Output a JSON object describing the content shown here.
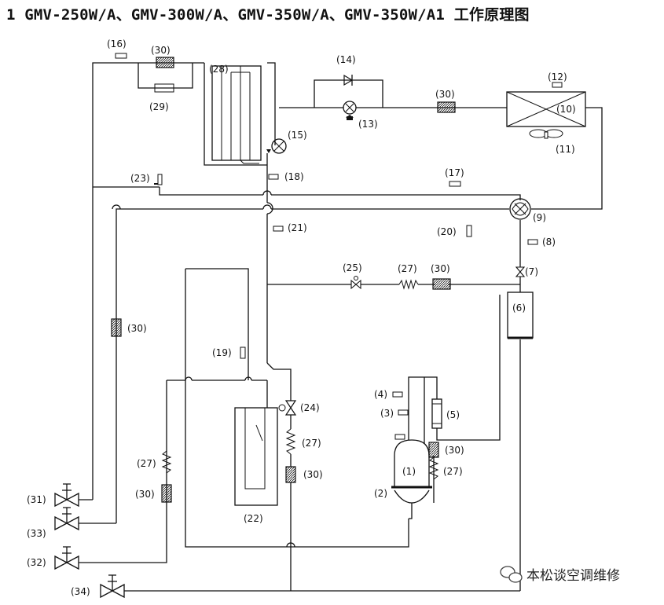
{
  "title": "1 GMV-250W/A、GMV-300W/A、GMV-350W/A、GMV-350W/A1 工作原理图",
  "watermark": "本松谈空调维修",
  "labels": {
    "l1": "(1)",
    "l2": "(2)",
    "l3": "(3)",
    "l4": "(4)",
    "l5": "(5)",
    "l6": "(6)",
    "l7": "(7)",
    "l8": "(8)",
    "l9": "(9)",
    "l10": "(10)",
    "l11": "(11)",
    "l12": "(12)",
    "l13": "(13)",
    "l14": "(14)",
    "l15": "(15)",
    "l16": "(16)",
    "l17": "(17)",
    "l18": "(18)",
    "l19": "(19)",
    "l20": "(20)",
    "l21": "(21)",
    "l22": "(22)",
    "l23": "(23)",
    "l24": "(24)",
    "l25": "(25)",
    "l27a": "(27)",
    "l27b": "(27)",
    "l27c": "(27)",
    "l27d": "(27)",
    "l28": "(28)",
    "l29": "(29)",
    "l30a": "(30)",
    "l30b": "(30)",
    "l30c": "(30)",
    "l30d": "(30)",
    "l30e": "(30)",
    "l30f": "(30)",
    "l30g": "(30)",
    "l31": "(31)",
    "l32": "(32)",
    "l33": "(33)",
    "l34": "(34)"
  }
}
